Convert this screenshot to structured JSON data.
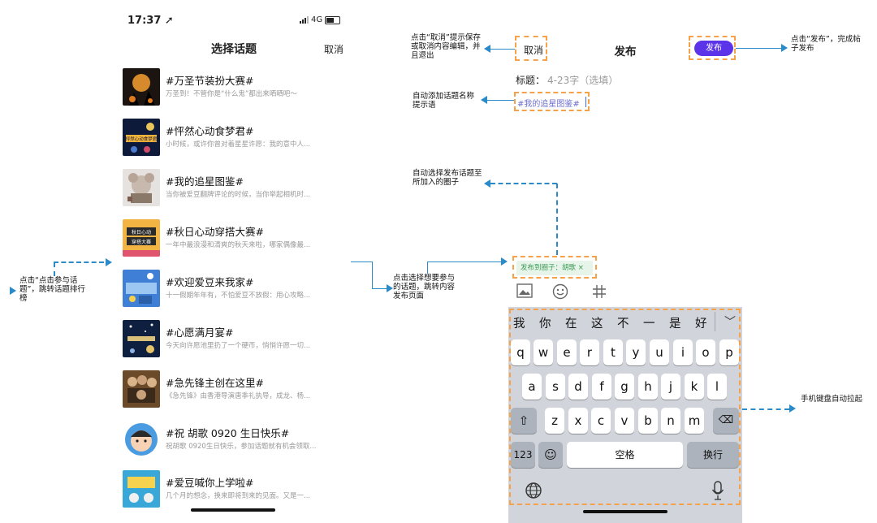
{
  "left_screen": {
    "status_time": "17:37",
    "status_network": "4G",
    "nav_title": "选择话题",
    "nav_cancel": "取消",
    "topics": [
      {
        "title": "#万圣节装扮大赛#",
        "desc": "万圣到！不管你是“什么鬼”都出来晒晒吧～"
      },
      {
        "title": "#怦然心动食梦君#",
        "desc": "小时候，或许你曾对着星星许愿：我的意中人..."
      },
      {
        "title": "#我的追星图鉴#",
        "desc": "当你被爱豆翻牌评论的时候，当你举起相机时..."
      },
      {
        "title": "#秋日心动穿搭大赛#",
        "desc": "一年中最浪漫和清爽的秋天来啦，哪家偶像最..."
      },
      {
        "title": "#欢迎爱豆来我家#",
        "desc": "十一假期年年有，不怕爱豆不放假：用心攻略..."
      },
      {
        "title": "#心愿满月宴#",
        "desc": "今天向许愿池里扔了一个硬币，悄悄许愿一切..."
      },
      {
        "title": "#急先锋主创在这里#",
        "desc": "《急先锋》由香港导演唐季礼执导，成龙、杨..."
      },
      {
        "title": "#祝 胡歌 0920 生日快乐#",
        "desc": "祝胡歌 0920生日快乐，参加话题就有机会领取..."
      },
      {
        "title": "#爱豆喊你上学啦#",
        "desc": "几个月的想念，换来即将到来的见面。又是一..."
      }
    ],
    "thumb_texts": {
      "t2": "怦然心动食梦君",
      "t4a": "秋日心动",
      "t4b": "穿搭大赛"
    }
  },
  "right_screen": {
    "cancel": "取消",
    "title": "发布",
    "publish_button": "发布",
    "title_label": "标题：",
    "title_hint": "4-23字（选填）",
    "topic_text": "#我的追星图鉴#",
    "circle_chip": "发布到圈子：胡歌 ×",
    "toolbar_icons": [
      "image-icon",
      "emoji-icon",
      "hash-icon"
    ],
    "keyboard": {
      "candidates": [
        "我",
        "你",
        "在",
        "这",
        "不",
        "一",
        "是",
        "好"
      ],
      "row1": [
        "q",
        "w",
        "e",
        "r",
        "t",
        "y",
        "u",
        "i",
        "o",
        "p"
      ],
      "row2": [
        "a",
        "s",
        "d",
        "f",
        "g",
        "h",
        "j",
        "k",
        "l"
      ],
      "row3": [
        "z",
        "x",
        "c",
        "v",
        "b",
        "n",
        "m"
      ],
      "num_key": "123",
      "space_key": "空格",
      "return_key": "换行"
    }
  },
  "annotations": {
    "left_note": "点击“点击参与话题”，跳转话题排行榜",
    "middle_note": "点击选择想要参与的话题，跳转内容发布页面",
    "cancel_note": "点击“取消”提示保存或取消内容编辑，并且退出",
    "topic_note": "自动添加话题名称提示语",
    "circle_note": "自动选择发布话题至所加入的圈子",
    "publish_note": "点击“发布”，完成帖子发布",
    "keyboard_note": "手机键盘自动拉起"
  },
  "colors": {
    "accent_blue": "#2b8ac8",
    "dashed_orange": "#f5a24b",
    "publish_purple": "#5b34ea",
    "chip_green": "#3c9b52"
  }
}
